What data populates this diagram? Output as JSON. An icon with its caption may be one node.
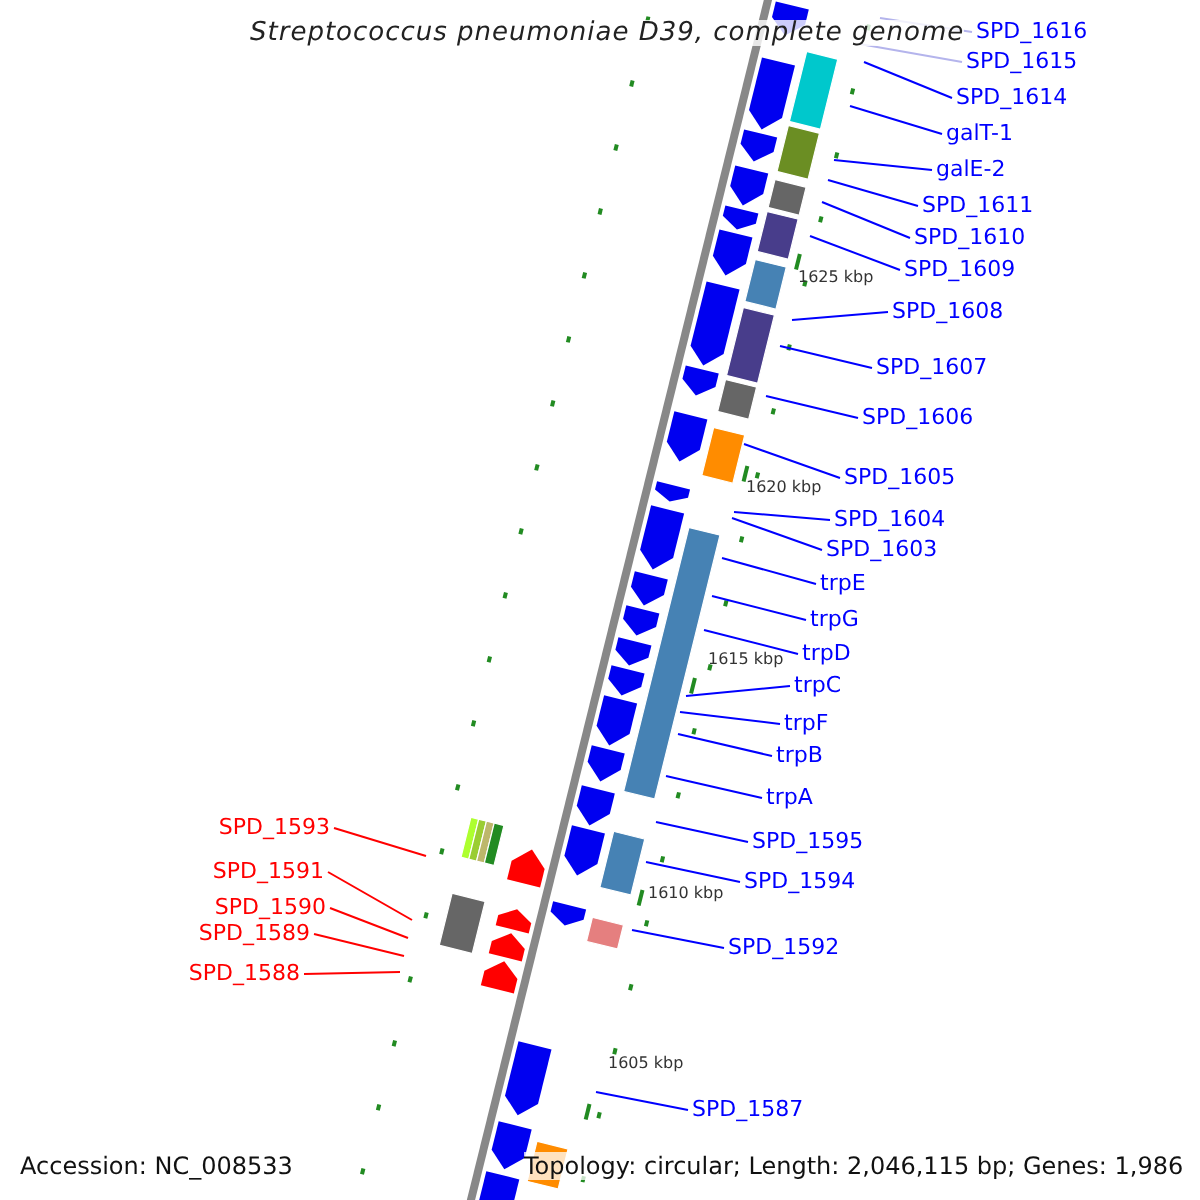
{
  "diagram": {
    "title": "Streptococcus pneumoniae D39, complete genome",
    "nodes": [
      {
        "text": [
          "SPD_1616"
        ]
      },
      {
        "text": [
          "SPD_1615"
        ]
      },
      {
        "text": [
          "SPD_1614"
        ]
      },
      {
        "text": [
          "galT-1"
        ]
      },
      {
        "text": [
          "galE-2"
        ]
      },
      {
        "text": [
          "SPD_1611"
        ]
      },
      {
        "text": [
          "SPD_1610"
        ]
      },
      {
        "text": [
          "SPD_1609"
        ]
      },
      {
        "text": [
          "SPD_1608"
        ]
      },
      {
        "text": [
          "SPD_1607"
        ]
      },
      {
        "text": [
          "SPD_1606"
        ]
      },
      {
        "text": [
          "SPD_1605"
        ]
      },
      {
        "text": [
          "SPD_1604"
        ]
      },
      {
        "text": [
          "SPD_1603"
        ]
      },
      {
        "text": [
          "trpE"
        ]
      },
      {
        "text": [
          "trpG"
        ]
      },
      {
        "text": [
          "trpD"
        ]
      },
      {
        "text": [
          "trpC"
        ]
      },
      {
        "text": [
          "trpF"
        ]
      },
      {
        "text": [
          "trpB"
        ]
      },
      {
        "text": [
          "trpA"
        ]
      },
      {
        "text": [
          "SPD_1595"
        ]
      },
      {
        "text": [
          "SPD_1594"
        ]
      },
      {
        "text": [
          "SPD_1592"
        ]
      },
      {
        "text": [
          "SPD_1587"
        ]
      },
      {
        "text": [
          "SPD_1593"
        ]
      },
      {
        "text": [
          "SPD_1591"
        ]
      },
      {
        "text": [
          "SPD_1590"
        ]
      },
      {
        "text": [
          "SPD_1589"
        ]
      },
      {
        "text": [
          "SPD_1588"
        ]
      }
    ],
    "edges": [
      {
        "from": 0,
        "to": null,
        "arrow": "none",
        "color": "#b4b4ec"
      },
      {
        "from": 1,
        "to": null,
        "arrow": "none",
        "color": "#b4b4ec"
      },
      {
        "from": 2,
        "to": null,
        "arrow": "none"
      },
      {
        "from": 3,
        "to": null,
        "arrow": "none"
      },
      {
        "from": 4,
        "to": null,
        "arrow": "none"
      },
      {
        "from": 5,
        "to": null,
        "arrow": "none"
      },
      {
        "from": 6,
        "to": null,
        "arrow": "none"
      },
      {
        "from": 7,
        "to": null,
        "arrow": "none"
      },
      {
        "from": 8,
        "to": null,
        "arrow": "none"
      },
      {
        "from": 9,
        "to": null,
        "arrow": "none"
      },
      {
        "from": 10,
        "to": null,
        "arrow": "none"
      },
      {
        "from": 11,
        "to": null,
        "arrow": "none"
      },
      {
        "from": 12,
        "to": null,
        "arrow": "none"
      },
      {
        "from": 13,
        "to": null,
        "arrow": "none"
      },
      {
        "from": 14,
        "to": null,
        "arrow": "none"
      },
      {
        "from": 15,
        "to": null,
        "arrow": "none"
      },
      {
        "from": 16,
        "to": null,
        "arrow": "none"
      },
      {
        "from": 17,
        "to": null,
        "arrow": "none"
      },
      {
        "from": 18,
        "to": null,
        "arrow": "none"
      },
      {
        "from": 19,
        "to": null,
        "arrow": "none"
      },
      {
        "from": 20,
        "to": null,
        "arrow": "none"
      },
      {
        "from": 21,
        "to": null,
        "arrow": "none"
      },
      {
        "from": 22,
        "to": null,
        "arrow": "none"
      },
      {
        "from": 23,
        "to": null,
        "arrow": "none"
      },
      {
        "from": 24,
        "to": null,
        "arrow": "none"
      },
      {
        "from": 25,
        "to": null,
        "arrow": "none",
        "color": "#ff0000"
      },
      {
        "from": 26,
        "to": null,
        "arrow": "none",
        "color": "#ff0000"
      },
      {
        "from": 27,
        "to": null,
        "arrow": "none",
        "color": "#ff0000"
      },
      {
        "from": 28,
        "to": null,
        "arrow": "none",
        "color": "#ff0000"
      },
      {
        "from": 29,
        "to": null,
        "arrow": "none",
        "color": "#ff0000"
      }
    ],
    "labels": [
      "1625 kbp",
      "1620 kbp",
      "1615 kbp",
      "1610 kbp",
      "1605 kbp",
      "Accession: NC_008533",
      "Topology: circular; Length: 2,046,115 bp; Genes: 1,986"
    ]
  }
}
